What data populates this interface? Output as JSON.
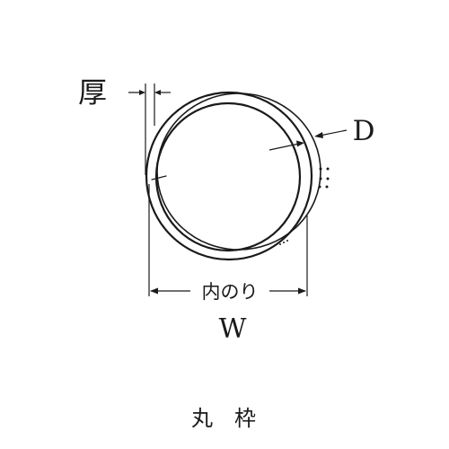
{
  "diagram": {
    "labels": {
      "thickness": "厚",
      "depth": "D",
      "inner_size": "内のり",
      "width": "W"
    },
    "caption": "丸　枠",
    "colors": {
      "ink": "#1a1a1a",
      "background": "#ffffff"
    }
  }
}
